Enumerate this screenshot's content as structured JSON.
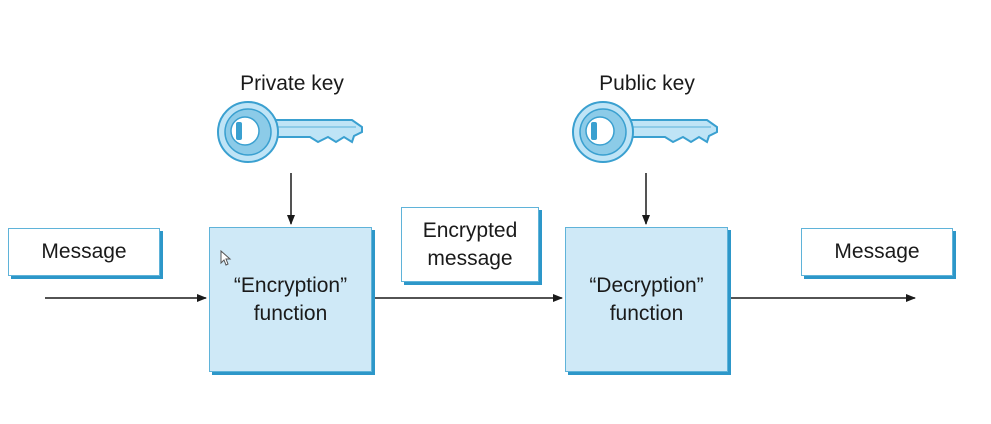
{
  "diagram": {
    "private_key_label": "Private key",
    "public_key_label": "Public key",
    "input_message": "Message",
    "output_message": "Message",
    "encrypted_message": {
      "line1": "Encrypted",
      "line2": "message"
    },
    "encryption_function": {
      "line1": "“Encryption”",
      "line2": "function"
    },
    "decryption_function": {
      "line1": "“Decryption”",
      "line2": "function"
    }
  },
  "colors": {
    "box_fill": "#cfe9f7",
    "box_border": "#5fb3d9",
    "box_shadow": "#2d97c9",
    "key_light": "#bfe4f6",
    "key_dark": "#3aa0d0",
    "arrow": "#1a1a1a"
  },
  "icons": [
    "key-icon",
    "key-icon",
    "cursor-icon"
  ]
}
